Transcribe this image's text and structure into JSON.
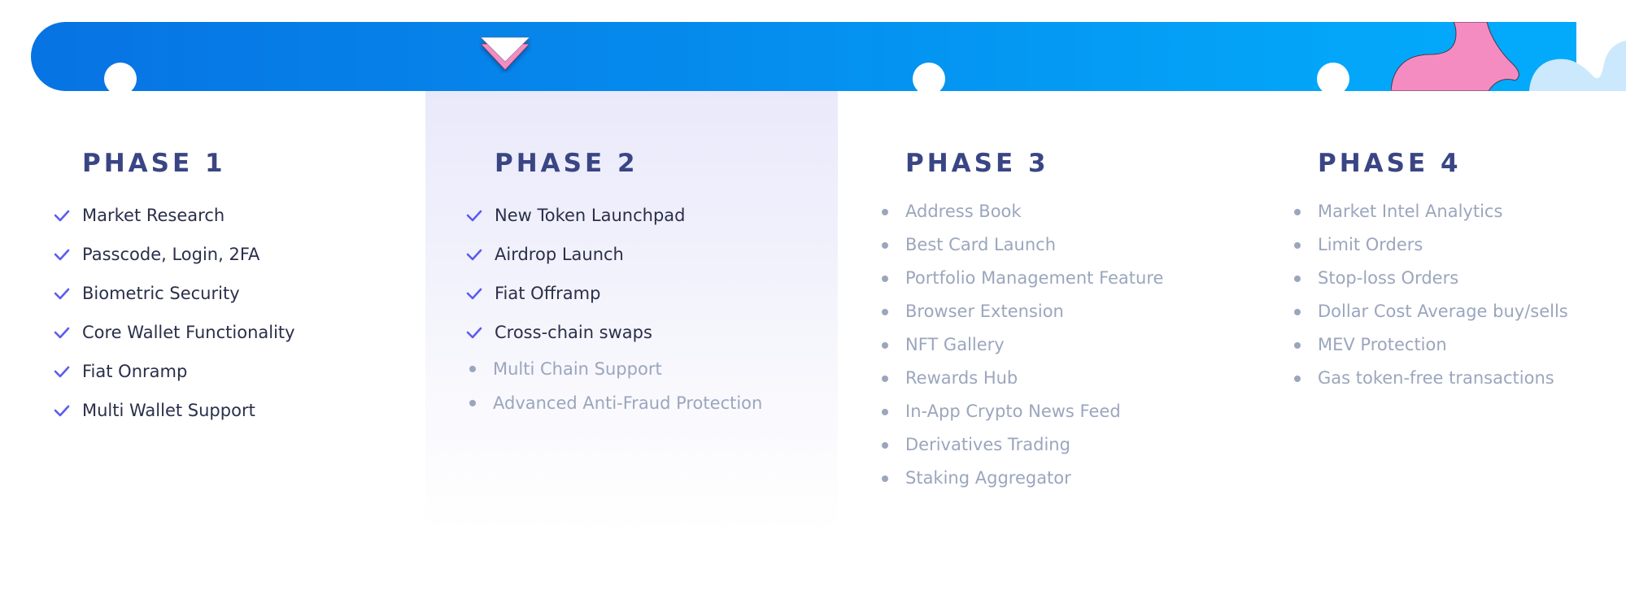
{
  "colors": {
    "bar_start": "#0773e3",
    "bar_end": "#03aafb",
    "heading": "#3a4584",
    "done_text": "#2a2f4a",
    "pending_text": "#9ba6bd",
    "check": "#5b5cf0",
    "accent_pink": "#f48cc2",
    "cloud": "#cce8fc",
    "highlight": "#e9e9fb"
  },
  "timeline": {
    "markers": [
      {
        "phase": 1,
        "icon": "circle-marker-icon"
      },
      {
        "phase": 2,
        "icon": "chevron-down-icon",
        "current": true
      },
      {
        "phase": 3,
        "icon": "circle-marker-icon"
      },
      {
        "phase": 4,
        "icon": "circle-marker-icon"
      }
    ]
  },
  "phases": [
    {
      "title": "PHASE 1",
      "items": [
        {
          "label": "Market Research",
          "status": "done"
        },
        {
          "label": "Passcode, Login, 2FA",
          "status": "done"
        },
        {
          "label": "Biometric Security",
          "status": "done"
        },
        {
          "label": "Core Wallet Functionality",
          "status": "done"
        },
        {
          "label": "Fiat Onramp",
          "status": "done"
        },
        {
          "label": "Multi Wallet Support",
          "status": "done"
        }
      ]
    },
    {
      "title": "PHASE 2",
      "current": true,
      "items": [
        {
          "label": "New Token Launchpad",
          "status": "done"
        },
        {
          "label": "Airdrop Launch",
          "status": "done"
        },
        {
          "label": "Fiat Offramp",
          "status": "done"
        },
        {
          "label": "Cross-chain swaps",
          "status": "done"
        },
        {
          "label": "Multi Chain Support",
          "status": "pending"
        },
        {
          "label": "Advanced Anti-Fraud Protection",
          "status": "pending"
        }
      ]
    },
    {
      "title": "PHASE 3",
      "items": [
        {
          "label": "Address Book",
          "status": "pending"
        },
        {
          "label": "Best Card Launch",
          "status": "pending"
        },
        {
          "label": "Portfolio Management Feature",
          "status": "pending"
        },
        {
          "label": "Browser Extension",
          "status": "pending"
        },
        {
          "label": "NFT Gallery",
          "status": "pending"
        },
        {
          "label": "Rewards Hub",
          "status": "pending"
        },
        {
          "label": "In-App Crypto News Feed",
          "status": "pending"
        },
        {
          "label": "Derivatives Trading",
          "status": "pending"
        },
        {
          "label": "Staking Aggregator",
          "status": "pending"
        }
      ]
    },
    {
      "title": "PHASE 4",
      "items": [
        {
          "label": "Market Intel Analytics",
          "status": "pending"
        },
        {
          "label": "Limit Orders",
          "status": "pending"
        },
        {
          "label": "Stop-loss Orders",
          "status": "pending"
        },
        {
          "label": "Dollar Cost Average buy/sells",
          "status": "pending"
        },
        {
          "label": "MEV Protection",
          "status": "pending"
        },
        {
          "label": "Gas token-free transactions",
          "status": "pending"
        }
      ]
    }
  ]
}
